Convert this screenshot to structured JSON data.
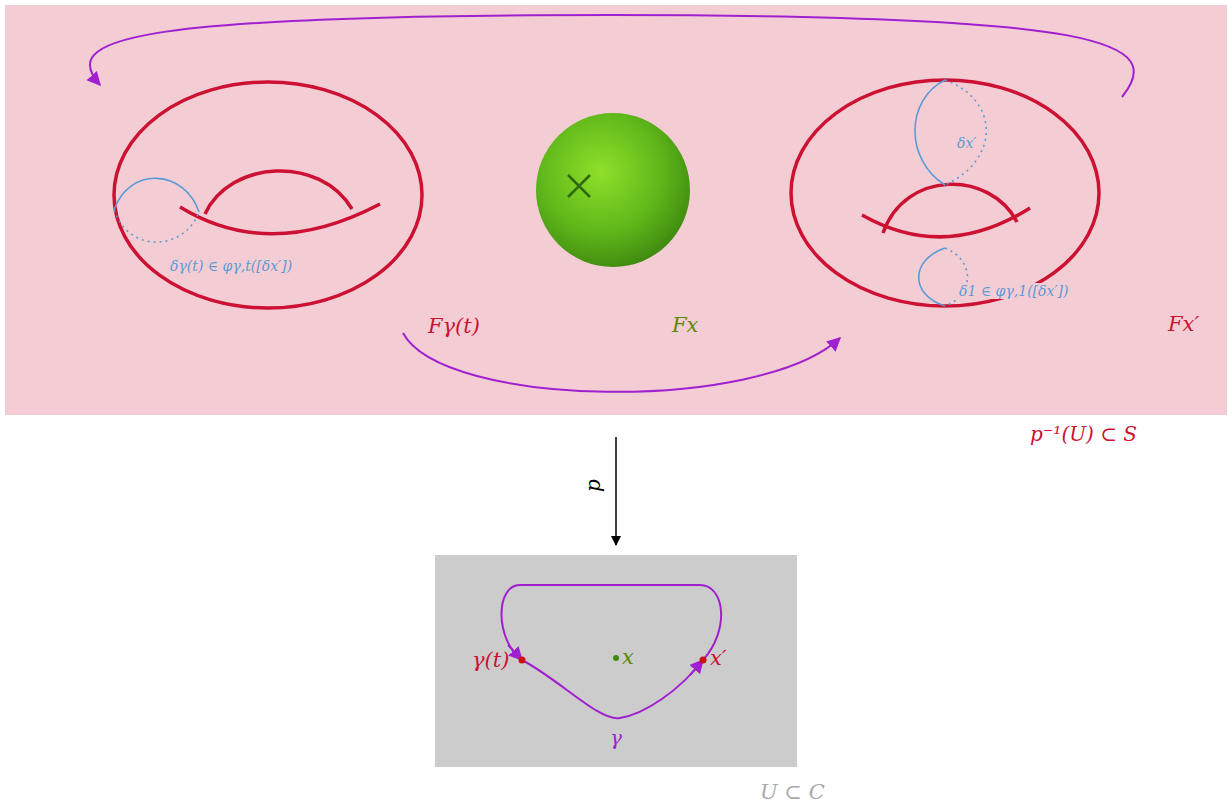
{
  "diagram": {
    "nodes": [
      {
        "text": [
          "p⁻¹(U) ⊂ S"
        ]
      },
      {
        "text": [
          "δγ(t) ∈ φγ,t([δx′])",
          "Fγ(t)"
        ],
        "in": 0
      },
      {
        "text": [
          "Fx"
        ],
        "in": 0
      },
      {
        "text": [
          "δx′",
          "δ1 ∈ φγ,1([δx′])",
          "Fx′"
        ],
        "in": 0
      },
      {
        "text": [
          "γ(t)",
          "x",
          "x′",
          "γ",
          "U ⊂ C"
        ]
      }
    ],
    "edges": [
      {
        "from": 0,
        "to": 4,
        "arrow": "to",
        "label": "p"
      },
      {
        "from": 1,
        "to": 3,
        "arrow": "to"
      },
      {
        "from": 3,
        "to": 1,
        "arrow": "to"
      }
    ]
  }
}
